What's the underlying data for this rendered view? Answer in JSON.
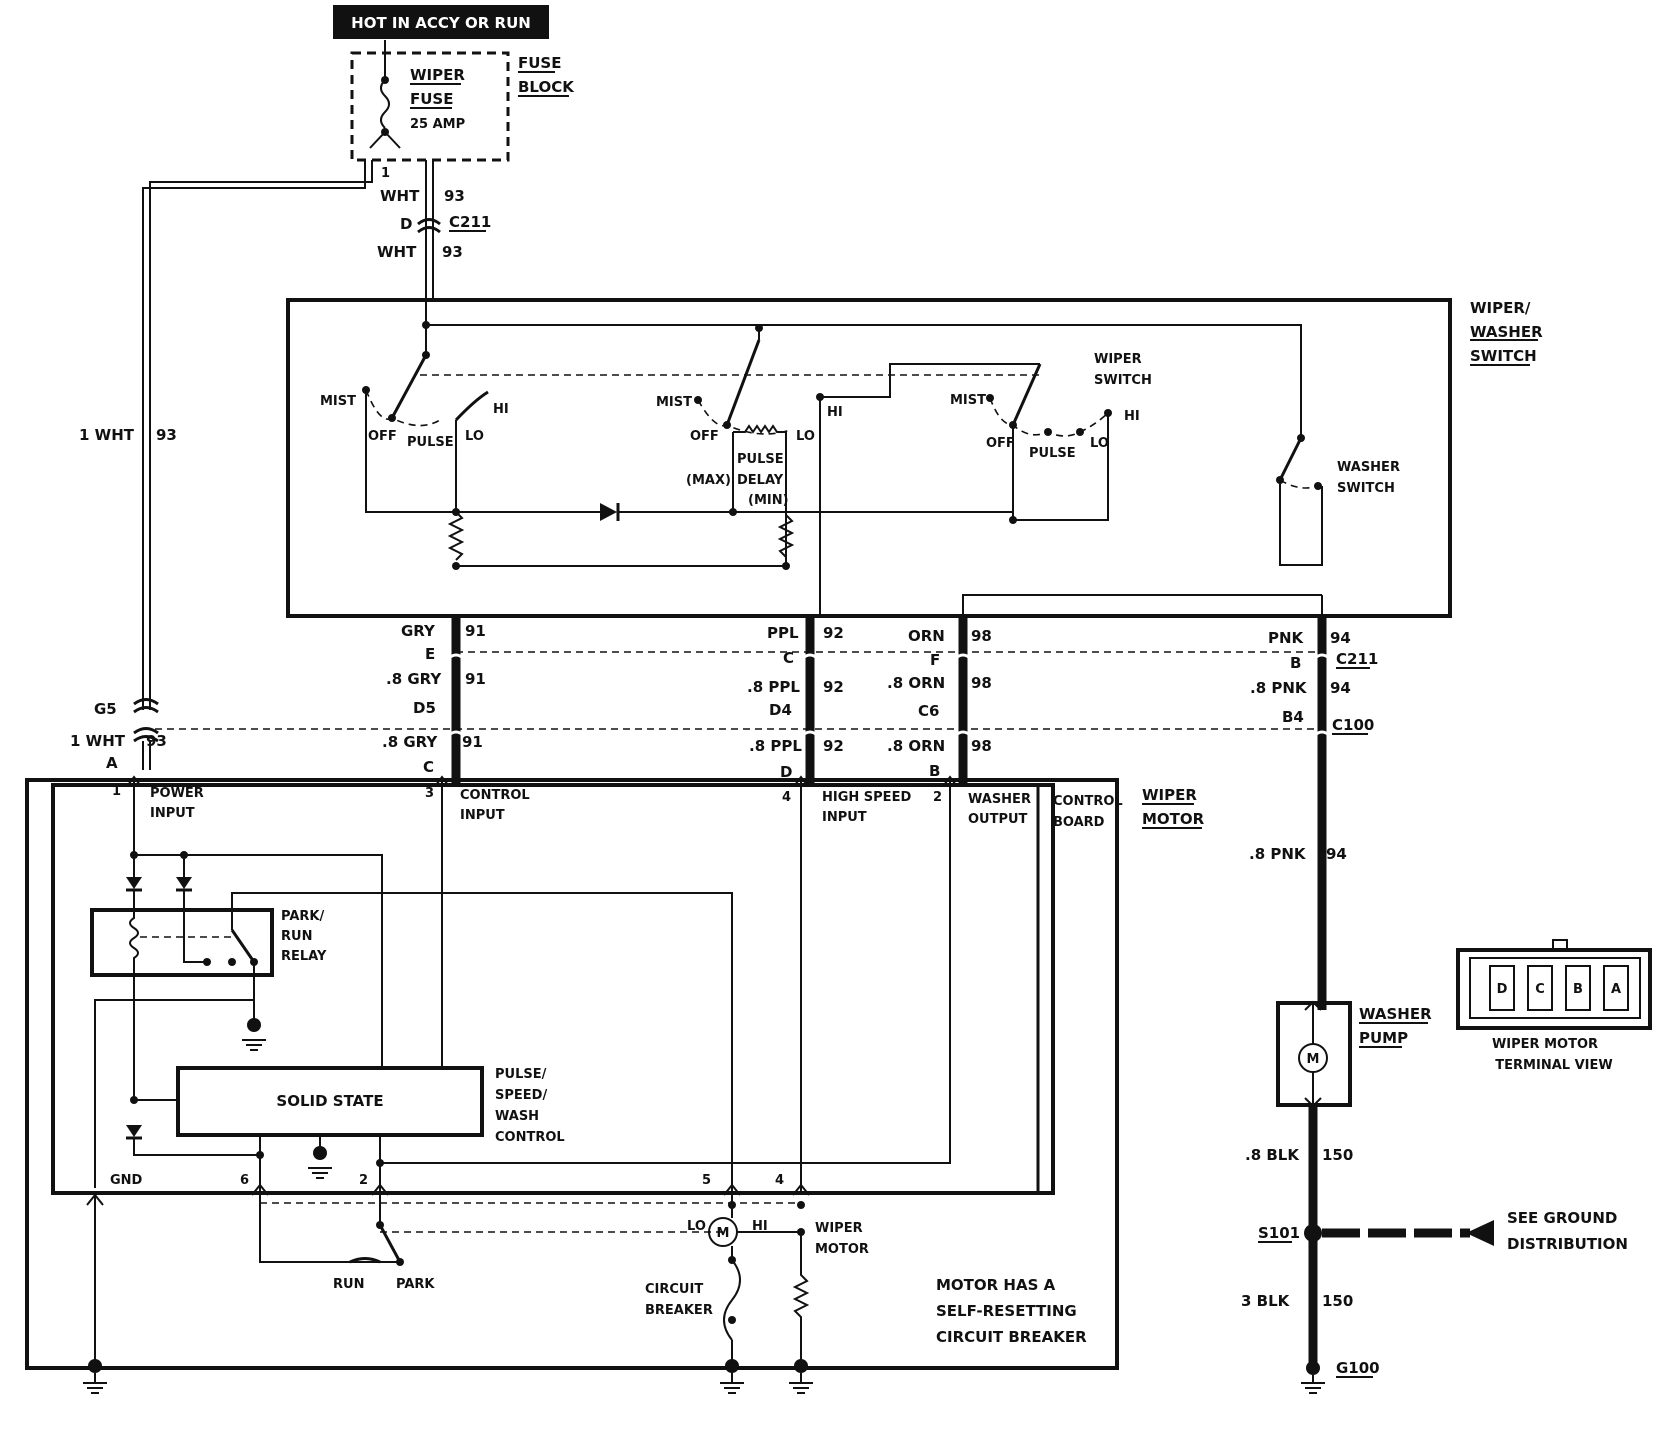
{
  "header": {
    "hot_label": "HOT IN ACCY OR RUN"
  },
  "fuse": {
    "block_label": [
      "FUSE",
      "BLOCK"
    ],
    "fuse_label": [
      "WIPER",
      "FUSE"
    ],
    "rating": "25 AMP",
    "pin": "1"
  },
  "upper_feed": {
    "left_color": "WHT",
    "left_circuit": "93",
    "connector_pin": "D",
    "connector": "C211",
    "lower_color": "WHT",
    "lower_circuit": "93"
  },
  "left_feed": {
    "color": "1 WHT",
    "circuit": "93"
  },
  "switch_box": {
    "title": [
      "WIPER/",
      "WASHER",
      "SWITCH"
    ],
    "sw1": {
      "mist": "MIST",
      "off": "OFF",
      "pulse": "PULSE",
      "lo": "LO",
      "hi": "HI"
    },
    "sw2": {
      "mist": "MIST",
      "off": "OFF",
      "lo": "LO",
      "hi": "HI",
      "pulse_delay": [
        "PULSE",
        "DELAY"
      ],
      "max": "(MAX)",
      "min": "(MIN)"
    },
    "sw3": {
      "title": [
        "WIPER",
        "SWITCH"
      ],
      "mist": "MIST",
      "off": "OFF",
      "pulse": "PULSE",
      "lo": "LO",
      "hi": "HI"
    },
    "washer_switch": [
      "WASHER",
      "SWITCH"
    ]
  },
  "harness": {
    "gry": {
      "top": "GRY",
      "top_num": "91",
      "e": "E",
      "mid": ".8 GRY",
      "mid_num": "91",
      "d5": "D5",
      "bot": ".8 GRY",
      "bot_num": "91",
      "c": "C"
    },
    "ppl": {
      "top": "PPL",
      "top_num": "92",
      "c": "C",
      "mid": ".8 PPL",
      "mid_num": "92",
      "d4": "D4",
      "bot": ".8 PPL",
      "bot_num": "92",
      "d": "D"
    },
    "orn": {
      "top": "ORN",
      "top_num": "98",
      "f": "F",
      "mid": ".8 ORN",
      "mid_num": "98",
      "c6": "C6",
      "bot": ".8 ORN",
      "bot_num": "98",
      "b": "B"
    },
    "pnk": {
      "top": "PNK",
      "top_num": "94",
      "b": "B",
      "c211": "C211",
      "mid": ".8 PNK",
      "mid_num": "94",
      "b4": "B4",
      "c100": "C100",
      "low": ".8 PNK",
      "low_num": "94"
    },
    "wht": {
      "g5": "G5",
      "color": "1 WHT",
      "num": "93",
      "a": "A"
    }
  },
  "motor_box": {
    "title": [
      "WIPER",
      "MOTOR"
    ],
    "control_board": [
      "CONTROL",
      "BOARD"
    ],
    "pins": {
      "p1": "1",
      "power_input": [
        "POWER",
        "INPUT"
      ],
      "p3": "3",
      "control_input": [
        "CONTROL",
        "INPUT"
      ],
      "p4": "4",
      "high_speed": [
        "HIGH SPEED",
        "INPUT"
      ],
      "p2": "2",
      "washer_output": [
        "WASHER",
        "OUTPUT"
      ]
    },
    "relay": [
      "PARK/",
      "RUN",
      "RELAY"
    ],
    "solid_state": "SOLID STATE",
    "pulse_ctrl": [
      "PULSE/",
      "SPEED/",
      "WASH",
      "CONTROL"
    ],
    "bottom_pins": {
      "gnd": "GND",
      "p6": "6",
      "p2": "2",
      "p5": "5",
      "p4": "4"
    },
    "run": "RUN",
    "park": "PARK",
    "lo": "LO",
    "hi": "HI",
    "motor_m": "M",
    "wiper_motor": [
      "WIPER",
      "MOTOR"
    ],
    "circuit_breaker": [
      "CIRCUIT",
      "BREAKER"
    ],
    "note": [
      "MOTOR HAS A",
      "SELF-RESETTING",
      "CIRCUIT BREAKER"
    ]
  },
  "washer_pump": {
    "label": [
      "WASHER",
      "PUMP"
    ],
    "m": "M",
    "blk1": ".8 BLK",
    "blk1_num": "150",
    "splice": "S101",
    "blk2": "3 BLK",
    "blk2_num": "150",
    "ground": "G100",
    "see_ground": [
      "SEE GROUND",
      "DISTRIBUTION"
    ]
  },
  "terminal_view": {
    "pins": [
      "D",
      "C",
      "B",
      "A"
    ],
    "label": [
      "WIPER MOTOR",
      "TERMINAL VIEW"
    ]
  }
}
